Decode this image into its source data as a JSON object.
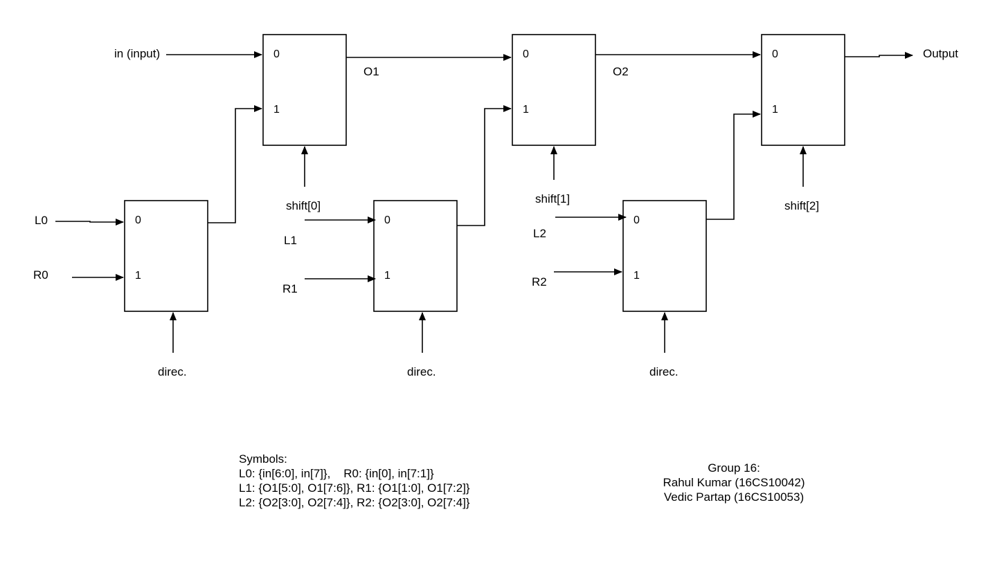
{
  "labels": {
    "in": "in (input)",
    "o1": "O1",
    "o2": "O2",
    "output": "Output",
    "shift0": "shift[0]",
    "shift1": "shift[1]",
    "shift2": "shift[2]",
    "l0": "L0",
    "r0": "R0",
    "l1": "L1",
    "r1": "R1",
    "l2": "L2",
    "r2": "R2",
    "direc0": "direc.",
    "direc1": "direc.",
    "direc2": "direc."
  },
  "ports": {
    "zero": "0",
    "one": "1"
  },
  "symbols": {
    "title": "Symbols:",
    "line1": "L0: {in[6:0], in[7]},    R0: {in[0], in[7:1]}",
    "line2": "L1: {O1[5:0], O1[7:6]}, R1: {O1[1:0], O1[7:2]}",
    "line3": "L2: {O2[3:0], O2[7:4]}, R2: {O2[3:0], O2[7:4]}"
  },
  "group": {
    "title": "Group 16:",
    "member1": "Rahul Kumar (16CS10042)",
    "member2": "Vedic Partap (16CS10053)"
  }
}
